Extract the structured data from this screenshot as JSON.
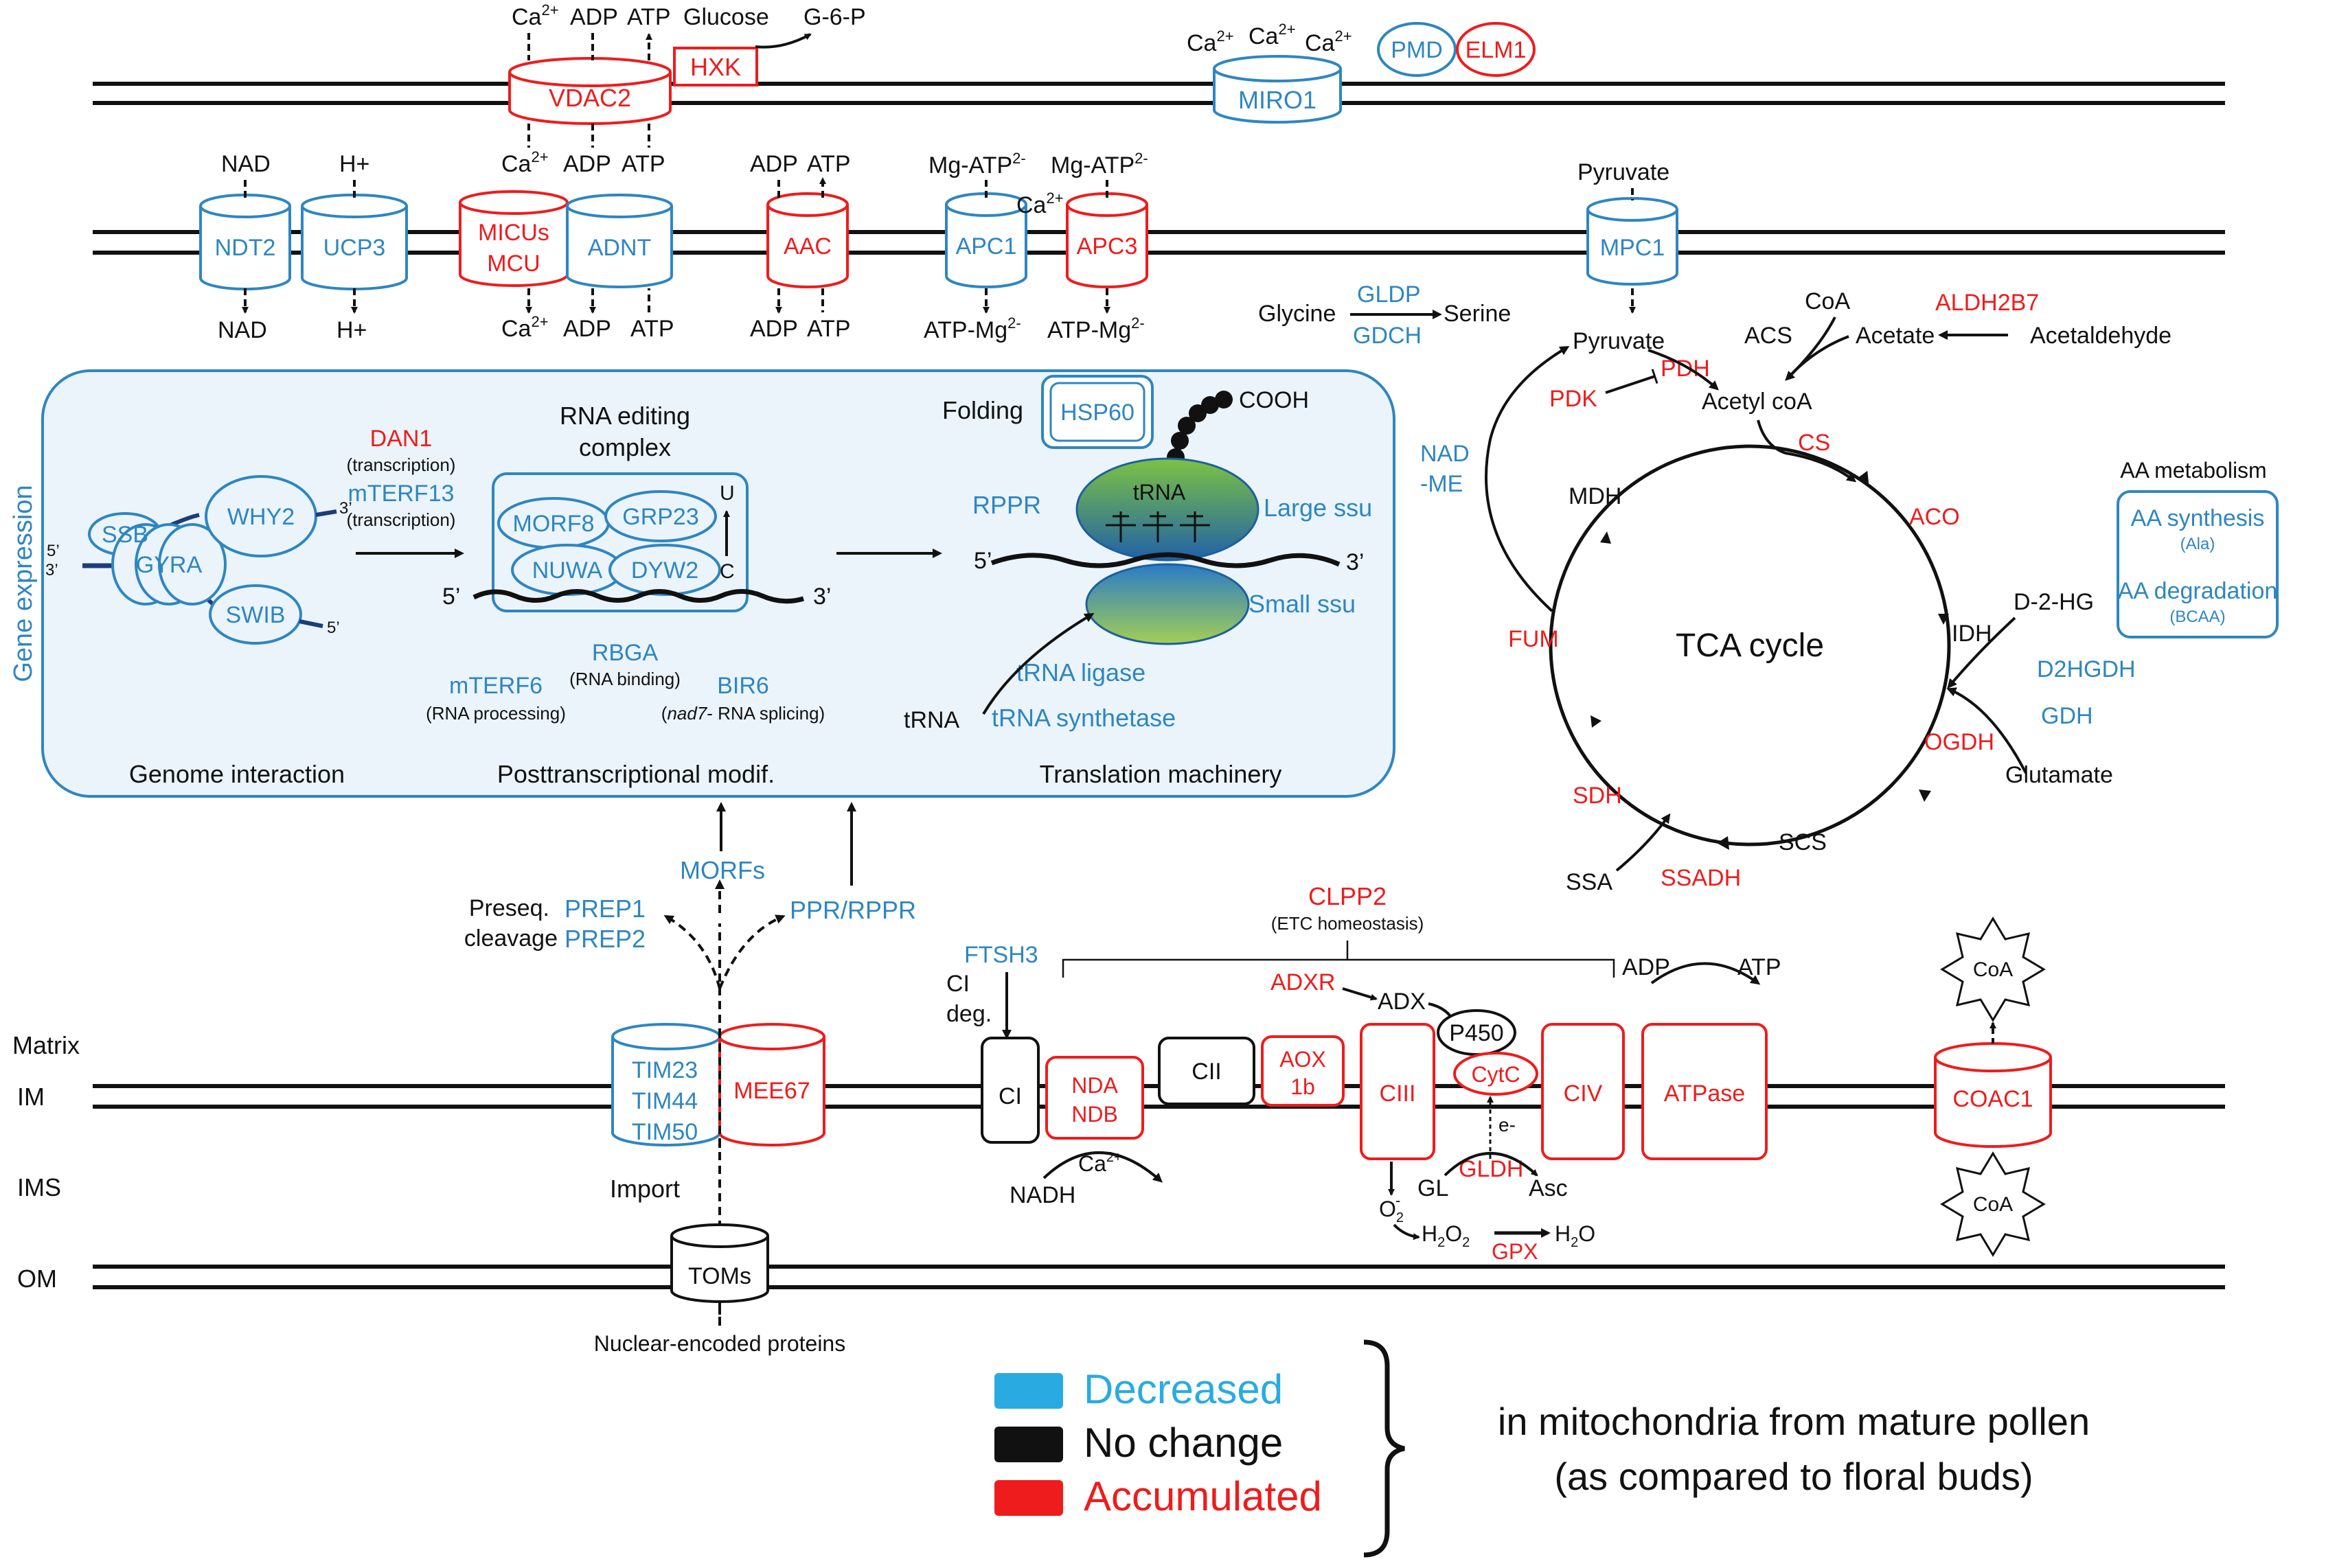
{
  "colors": {
    "decreased": "#2E86C1",
    "accumulated": "#EE1C1C",
    "nochange": "#111111",
    "legend_blue": "#29ABE2",
    "panel_fill": "#EBF4FB"
  },
  "membranes": {
    "matrix": "Matrix",
    "im": "IM",
    "ims": "IMS",
    "om": "OM"
  },
  "top": {
    "vdac2": "VDAC2",
    "hxk": "HXK",
    "ca": "Ca",
    "adp": "ADP",
    "atp": "ATP",
    "glucose": "Glucose",
    "g6p": "G-6-P",
    "miro1": "MIRO1",
    "pmd": "PMD",
    "elm1": "ELM1",
    "miro_ca": "Ca",
    "sup2": "2+"
  },
  "im_top": {
    "nad": "NAD",
    "ndt2": "NDT2",
    "hplus": "H+",
    "ucp3": "UCP3",
    "micus": "MICUs",
    "mcu": "MCU",
    "adnt": "ADNT",
    "aac": "AAC",
    "apc1": "APC1",
    "apc3": "APC3",
    "mgatp": "Mg-ATP",
    "atpmg": "ATP-Mg",
    "sup2m": "2-",
    "pyruvate": "Pyruvate",
    "mpc1": "MPC1"
  },
  "gene": {
    "side": "Gene expression",
    "ssb": "SSB",
    "gyra": "GYRA",
    "why2": "WHY2",
    "swib": "SWIB",
    "p5": "5’",
    "p3": "3’",
    "dan1": "DAN1",
    "transcription": "(transcription)",
    "mterf13": "mTERF13",
    "editing1": "RNA editing",
    "editing2": "complex",
    "morf8": "MORF8",
    "grp23": "GRP23",
    "nuwa": "NUWA",
    "dyw2": "DYW2",
    "u": "U",
    "c": "C",
    "rbga": "RBGA",
    "rna_binding": "(RNA binding)",
    "mterf6": "mTERF6",
    "rna_processing": "(RNA processing)",
    "bir6": "BIR6",
    "nad7": "nad7",
    "splicing": "- RNA splicing)",
    "paren": "(",
    "folding": "Folding",
    "hsp60": "HSP60",
    "cooh": "COOH",
    "trna_label": "tRNA",
    "rppr": "RPPR",
    "large": "Large ssu",
    "small": "Small ssu",
    "ligase": "tRNA ligase",
    "synthetase": "tRNA synthetase",
    "trna": "tRNA",
    "genome": "Genome interaction",
    "posttx": "Posttranscriptional modif.",
    "transl": "Translation machinery"
  },
  "import": {
    "morfs": "MORFs",
    "pprrppr": "PPR/RPPR",
    "preseq": "Preseq.",
    "cleavage": "cleavage",
    "prep1": "PREP1",
    "prep2": "PREP2",
    "tim23": "TIM23",
    "tim44": "TIM44",
    "tim50": "TIM50",
    "mee67": "MEE67",
    "import": "Import",
    "toms": "TOMs",
    "nuclear": "Nuclear-encoded proteins"
  },
  "etc": {
    "ftsh3": "FTSH3",
    "ci_deg1": "CI",
    "ci_deg2": "deg.",
    "clpp2": "CLPP2",
    "etc_home": "(ETC homeostasis)",
    "adxr": "ADXR",
    "adx": "ADX",
    "p450": "P450",
    "ci": "CI",
    "nda": "NDA",
    "ndb": "NDB",
    "cii": "CII",
    "aox": "AOX",
    "aox1b": "1b",
    "ciii": "CIII",
    "cytc": "CytC",
    "civ": "CIV",
    "atpase": "ATPase",
    "adp": "ADP",
    "atp": "ATP",
    "nadh": "NADH",
    "ca": "Ca",
    "eminus": "e-",
    "gl": "GL",
    "gldh": "GLDH",
    "asc": "Asc",
    "o2": "O",
    "o2sub": "2",
    "o2sup": "-",
    "h2o2a": "H",
    "h2o2b": "2",
    "h2o2c": "O",
    "h2o2d": "2",
    "h2oa": "H",
    "h2ob": "2",
    "h2oc": "O",
    "gpx": "GPX",
    "coac1": "COAC1",
    "coa": "CoA"
  },
  "tca": {
    "title": "TCA cycle",
    "glycine": "Glycine",
    "serine": "Serine",
    "gldp": "GLDP",
    "gdch": "GDCH",
    "coa": "CoA",
    "aldh": "ALDH2B7",
    "acs": "ACS",
    "acetate": "Acetate",
    "acetaldehyde": "Acetaldehyde",
    "pyruvate": "Pyruvate",
    "pdh": "PDH",
    "pdk": "PDK",
    "acetylcoa": "Acetyl coA",
    "nadme1": "NAD",
    "nadme2": "-ME",
    "mdh": "MDH",
    "cs": "CS",
    "aco": "ACO",
    "idh": "IDH",
    "d2hg": "D-2-HG",
    "d2hgdh": "D2HGDH",
    "gdh": "GDH",
    "glutamate": "Glutamate",
    "ogdh": "OGDH",
    "scs": "SCS",
    "ssa": "SSA",
    "ssadh": "SSADH",
    "sdh": "SDH",
    "fum": "FUM",
    "aa_meta": "AA metabolism",
    "aa_syn": "AA synthesis",
    "ala": "(Ala)",
    "aa_deg": "AA degradation",
    "bcaa": "(BCAA)"
  },
  "legend": {
    "decreased": "Decreased",
    "nochange": "No change",
    "accumulated": "Accumulated",
    "note1": "in mitochondria from mature pollen",
    "note2": "(as compared to floral buds)"
  }
}
